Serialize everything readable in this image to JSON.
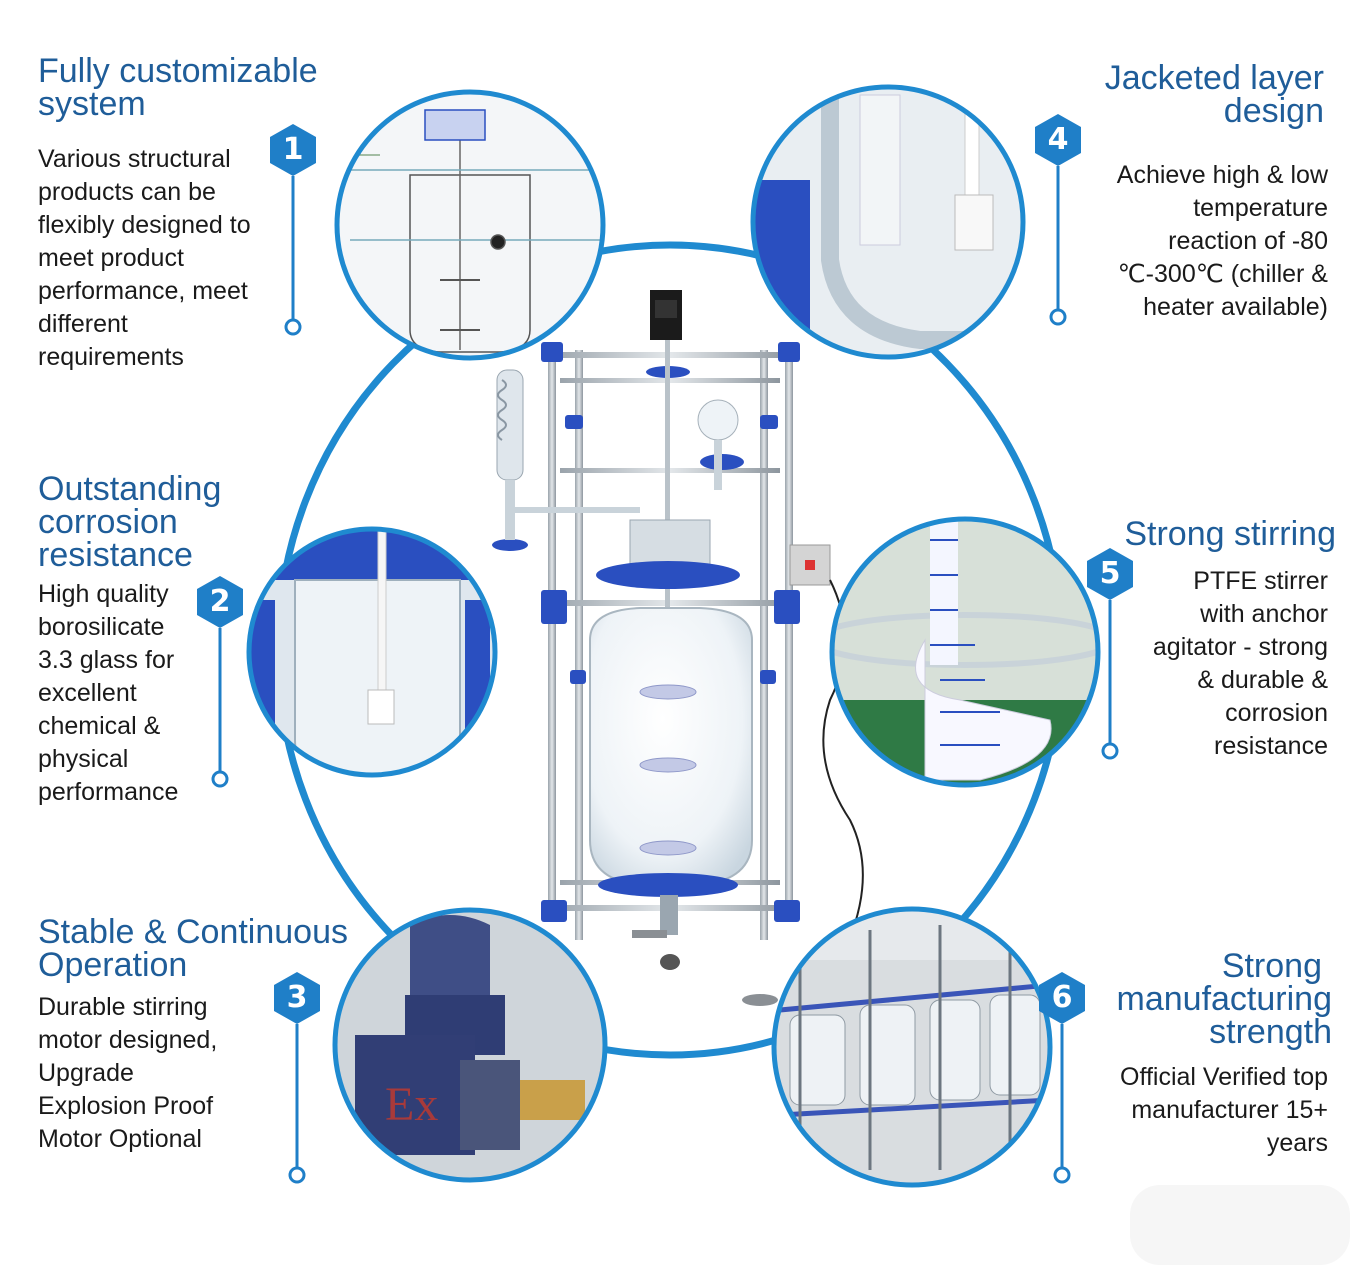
{
  "colors": {
    "accent": "#1f7fc8",
    "title": "#1f5d99",
    "frame_blue": "#2a4fc0"
  },
  "features": [
    {
      "number": "1",
      "title_lines": [
        "Fully customizable",
        "system"
      ],
      "description_lines": [
        "Various structural",
        "products can be",
        "flexibly designed to",
        "meet product",
        "performance, meet",
        "different",
        "requirements"
      ]
    },
    {
      "number": "2",
      "title_lines": [
        "Outstanding",
        "corrosion",
        "resistance"
      ],
      "description_lines": [
        "High quality",
        "borosilicate",
        "3.3 glass for",
        "excellent",
        "chemical &",
        "physical",
        "performance"
      ]
    },
    {
      "number": "3",
      "title_lines": [
        "Stable & Continuous",
        "Operation"
      ],
      "description_lines": [
        "Durable stirring",
        "motor designed,",
        "Upgrade",
        "Explosion Proof",
        "Motor Optional"
      ]
    },
    {
      "number": "4",
      "title_lines": [
        "Jacketed layer",
        "design"
      ],
      "description_lines": [
        "Achieve high & low",
        "temperature",
        "reaction of -80",
        "℃-300℃ (chiller &",
        "heater available)"
      ]
    },
    {
      "number": "5",
      "title_lines": [
        "Strong stirring"
      ],
      "description_lines": [
        "PTFE stirrer",
        "with anchor",
        "agitator - strong",
        "& durable &",
        "corrosion",
        "resistance"
      ]
    },
    {
      "number": "6",
      "title_lines": [
        "Strong",
        "manufacturing",
        "strength"
      ],
      "description_lines": [
        "Official Verified top",
        "manufacturer 15+",
        "years"
      ]
    }
  ],
  "images": {
    "main": "glass-reactor-photo",
    "detail_1": "reactor-design-drawing-photo",
    "detail_2": "glass-vessel-stirrer-photo",
    "detail_3": "explosion-proof-motor-photo",
    "detail_4": "jacketed-glass-layer-photo",
    "detail_5": "ptfe-stirrer-closeup-photo",
    "detail_6": "factory-production-line-photo"
  },
  "motor_label": "Ex"
}
